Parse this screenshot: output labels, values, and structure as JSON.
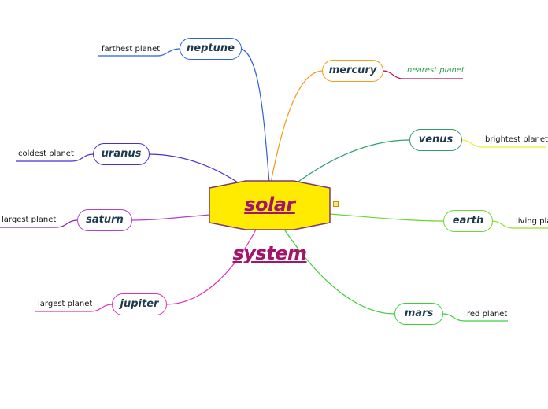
{
  "center": {
    "label": "solar system",
    "fill": "#ffeb00",
    "stroke": "#7b3b6a",
    "text_color": "#a3146b"
  },
  "link_icon": "external-link-icon",
  "planets": [
    {
      "key": "neptune",
      "label": "neptune",
      "color": "#2f5fd8",
      "note": "farthest planet",
      "note_color": "#111111",
      "underline": "#2f5fd8"
    },
    {
      "key": "mercury",
      "label": "mercury",
      "color": "#f59a14",
      "note": "nearest planet",
      "note_color": "#2e9d4a",
      "underline": "#b5134f"
    },
    {
      "key": "venus",
      "label": "venus",
      "color": "#2e9d6a",
      "note": "brightest planet",
      "note_color": "#111111",
      "underline": "#eef02a"
    },
    {
      "key": "uranus",
      "label": "uranus",
      "color": "#4a2fd0",
      "note": "coldest planet",
      "note_color": "#111111",
      "underline": "#4a2fd0"
    },
    {
      "key": "saturn",
      "label": "saturn",
      "color": "#b03fd6",
      "note": "largest  planet",
      "note_color": "#111111",
      "underline": "#8a1fb0"
    },
    {
      "key": "earth",
      "label": "earth",
      "color": "#6cd62e",
      "note": "living pla",
      "note_color": "#111111",
      "underline": "#8fe02e"
    },
    {
      "key": "jupiter",
      "label": "jupiter",
      "color": "#e430b8",
      "note": "largest planet",
      "note_color": "#111111",
      "underline": "#e430b8"
    },
    {
      "key": "mars",
      "label": "mars",
      "color": "#3ccf3c",
      "note": "red planet",
      "note_color": "#111111",
      "underline": "#3ccf3c"
    }
  ]
}
